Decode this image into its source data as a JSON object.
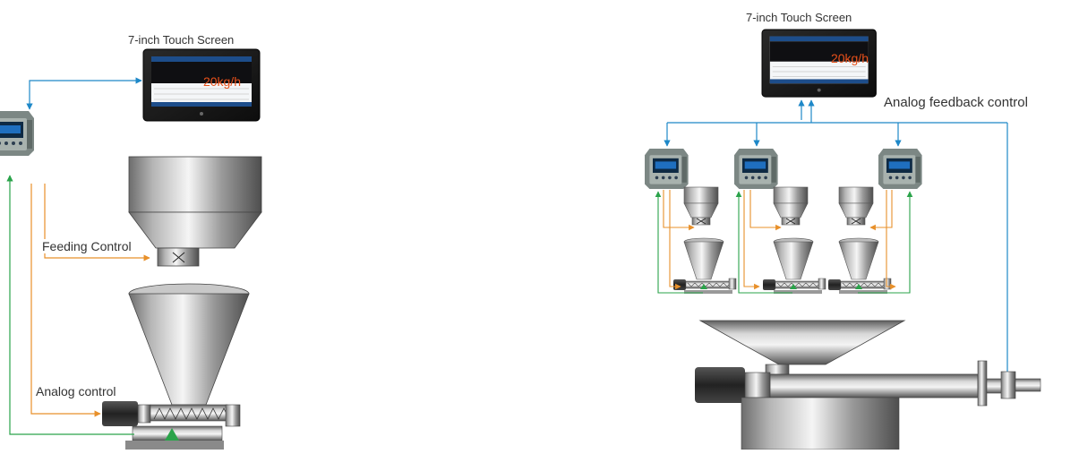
{
  "left": {
    "screen_label": "7-inch Touch Screen",
    "screen_reading": "20kg/h",
    "feeding_label": "Feeding Control",
    "analog_label": "Analog control"
  },
  "right": {
    "screen_label": "7-inch Touch Screen",
    "screen_reading": "20kg/h",
    "feedback_label": "Analog feedback control"
  },
  "colors": {
    "signal_blue": "#1e88c8",
    "feed_orange": "#e8902a",
    "weigh_green": "#2aa34a",
    "screen_dark": "#1c1c1c",
    "readout_orange": "#e8501a"
  },
  "icons": [
    "touch-screen-icon",
    "controller-icon",
    "hopper-icon",
    "screw-feeder-icon",
    "extruder-icon"
  ]
}
